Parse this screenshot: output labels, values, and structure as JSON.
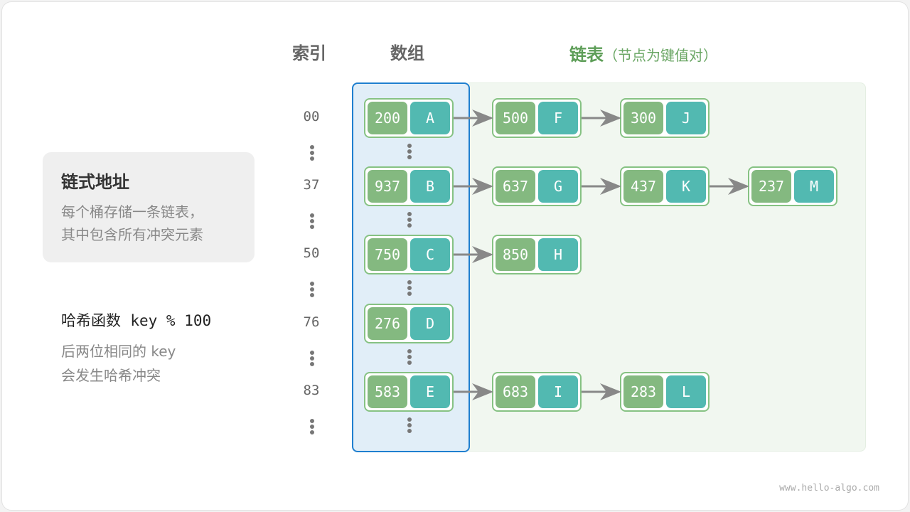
{
  "headers": {
    "index": "索引",
    "array": "数组",
    "linked_list": "链表",
    "linked_list_note": "（节点为键值对）"
  },
  "note": {
    "title": "链式地址",
    "lines": [
      "每个桶存储一条链表，",
      "其中包含所有冲突元素"
    ]
  },
  "hash": {
    "label": "哈希函数",
    "expr": "key % 100",
    "lines": [
      "后两位相同的 key",
      "会发生哈希冲突"
    ]
  },
  "watermark": "www.hello-algo.com",
  "colors": {
    "key": "#84b980",
    "value": "#52b9b1",
    "node_border": "#86c283",
    "array_border": "#1f7fcf",
    "array_bg": "#e1eef8",
    "list_bg": "#f1f7f0",
    "arrow": "#888888"
  },
  "buckets": [
    {
      "index": "00",
      "nodes": [
        {
          "key": "200",
          "value": "A"
        },
        {
          "key": "500",
          "value": "F"
        },
        {
          "key": "300",
          "value": "J"
        }
      ]
    },
    {
      "index": "37",
      "nodes": [
        {
          "key": "937",
          "value": "B"
        },
        {
          "key": "637",
          "value": "G"
        },
        {
          "key": "437",
          "value": "K"
        },
        {
          "key": "237",
          "value": "M"
        }
      ]
    },
    {
      "index": "50",
      "nodes": [
        {
          "key": "750",
          "value": "C"
        },
        {
          "key": "850",
          "value": "H"
        }
      ]
    },
    {
      "index": "76",
      "nodes": [
        {
          "key": "276",
          "value": "D"
        }
      ]
    },
    {
      "index": "83",
      "nodes": [
        {
          "key": "583",
          "value": "E"
        },
        {
          "key": "683",
          "value": "I"
        },
        {
          "key": "283",
          "value": "L"
        }
      ]
    }
  ]
}
